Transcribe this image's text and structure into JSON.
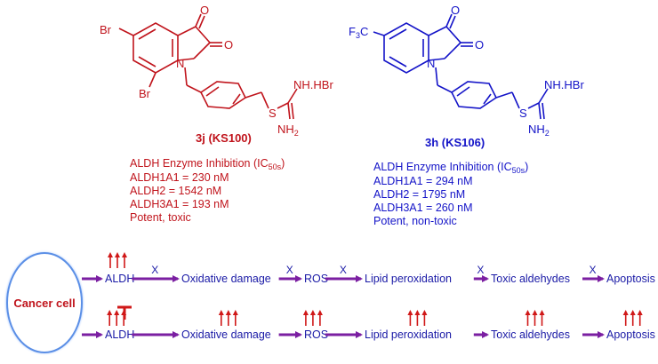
{
  "compounds": [
    {
      "substituents": [
        "Br",
        "Br"
      ],
      "carbonyl_o": [
        "O",
        "O"
      ],
      "ring_n": "N",
      "thio_s": "S",
      "amine_top": "NH.HBr",
      "amine_bottom": "NH",
      "amine_bottom_sub": "2",
      "name": "3j (KS100)",
      "assay_title": "ALDH Enzyme Inhibition (IC",
      "assay_sub": "50s",
      "assay_close": ")",
      "values": [
        "ALDH1A1 = 230 nM",
        "ALDH2 = 1542 nM",
        "ALDH3A1 = 193 nM"
      ],
      "note": "Potent, toxic",
      "color": "#c0141c"
    },
    {
      "substituents": [
        "F",
        "3",
        "C"
      ],
      "carbonyl_o": [
        "O",
        "O"
      ],
      "ring_n": "N",
      "thio_s": "S",
      "amine_top": "NH.HBr",
      "amine_bottom": "NH",
      "amine_bottom_sub": "2",
      "name": "3h (KS106)",
      "assay_title": "ALDH Enzyme Inhibition (IC",
      "assay_sub": "50s",
      "assay_close": ")",
      "values": [
        "ALDH1A1 = 294 nM",
        "ALDH2 = 1795 nM",
        "ALDH3A1 = 260 nM"
      ],
      "note": "Potent, non-toxic",
      "color": "#1414c8"
    }
  ],
  "pathway": {
    "cell_label": "Cancer cell",
    "top_row": [
      "ALDH",
      "Oxidative damage",
      "ROS",
      "Lipid peroxidation",
      "Toxic aldehydes",
      "Apoptosis"
    ],
    "bottom_row": [
      "ALDH",
      "Oxidative damage",
      "ROS",
      "Lipid peroxidation",
      "Toxic aldehydes",
      "Apoptosis"
    ],
    "block_mark": "X",
    "colors": {
      "arrow": "#7b1fa2",
      "up_arrow": "#d01818",
      "text": "#1a1aa6",
      "cell_text": "#c0141c",
      "cell_ring": "#7aa6f0"
    }
  }
}
